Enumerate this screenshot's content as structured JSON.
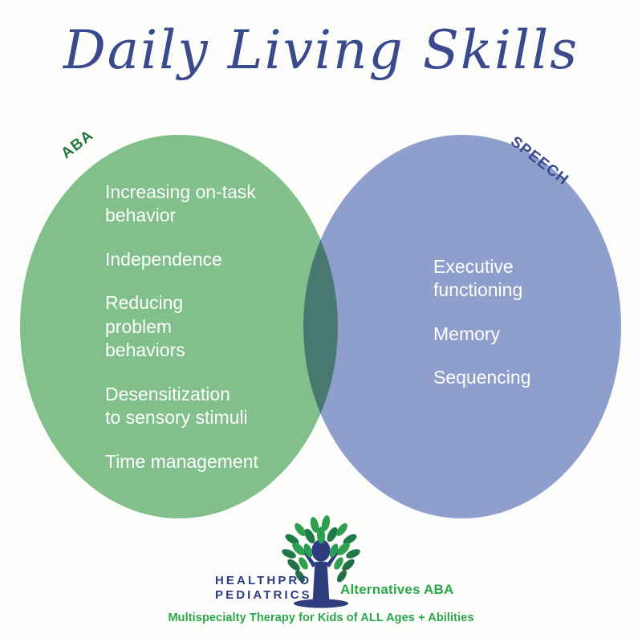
{
  "page": {
    "title": "Daily Living Skills",
    "background_color": "#fdfdfc"
  },
  "colors": {
    "title_navy": "#3a4a8c",
    "aba_green": "#81c08a",
    "speech_blue": "#8f9fd0",
    "overlap_teal": "#5f87a0",
    "aba_label_green": "#1f7a3a",
    "speech_label_navy": "#3a4a8c",
    "logo_navy": "#2e3d7e",
    "logo_green": "#2aa64a",
    "item_text": "#ffffff"
  },
  "venn": {
    "left": {
      "label": "ABA",
      "items": [
        "Increasing on-task\nbehavior",
        "Independence",
        "Reducing\nproblem\nbehaviors",
        "Desensitization\nto sensory stimuli",
        "Time management"
      ]
    },
    "right": {
      "label": "SPEECH",
      "items": [
        "Executive\nfunctioning",
        "Memory",
        "Sequencing"
      ]
    }
  },
  "logo": {
    "brand_line1": "HEALTHPRO",
    "brand_line2": "PEDIATRICS",
    "partner": "Alternatives ABA",
    "tagline": "Multispecialty Therapy for Kids of ALL Ages + Abilities",
    "icon_name": "tree-person-logo"
  }
}
